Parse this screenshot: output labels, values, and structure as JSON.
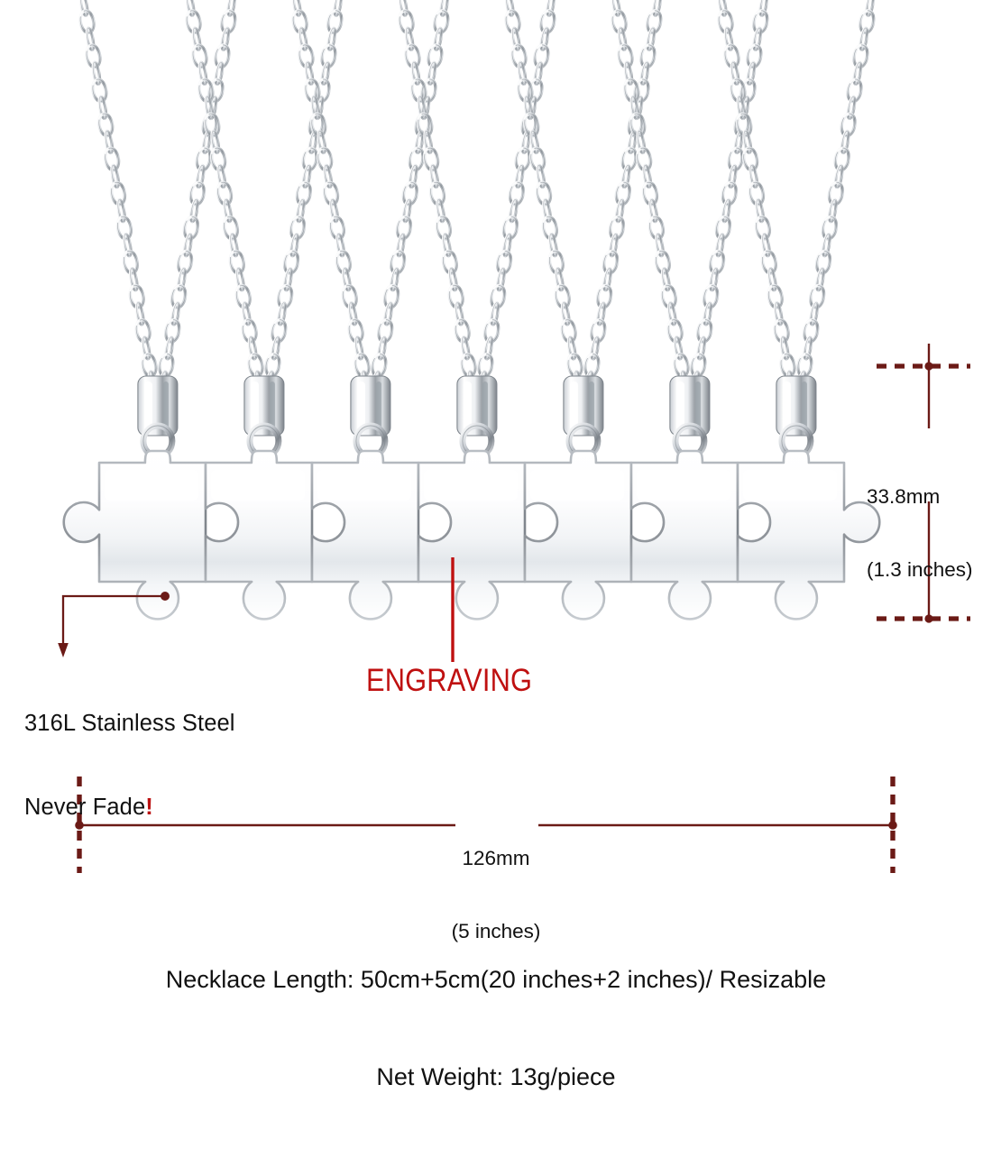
{
  "product": {
    "type": "puzzle-piece necklace set",
    "piece_count": 7
  },
  "annotations": {
    "material_line1": "316L Stainless Steel",
    "material_line2": "Never Fade",
    "material_bang": "!",
    "engraving_label": "ENGRAVING"
  },
  "dimensions": {
    "height_mm": "33.8mm",
    "height_inches": "(1.3 inches)",
    "width_mm": "126mm",
    "width_inches": "(5 inches)"
  },
  "specs": {
    "necklace_length": "Necklace Length: 50cm+5cm(20 inches+2 inches)/ Resizable",
    "net_weight": "Net Weight: 13g/piece"
  },
  "colors": {
    "dimension_line": "#6b1a16",
    "engraving_red": "#bf1010",
    "accent_bang": "#bb1111",
    "metal_light": "#ffffff",
    "metal_mid": "#d7dade",
    "metal_shadow": "#8b9096",
    "metal_dark": "#5c6166",
    "text": "#111111",
    "background": "#ffffff"
  },
  "icons": {
    "leader_arrow": "arrow-down-icon",
    "leader_dot": "dot-marker-icon",
    "dim_tick": "dimension-tick-icon"
  }
}
